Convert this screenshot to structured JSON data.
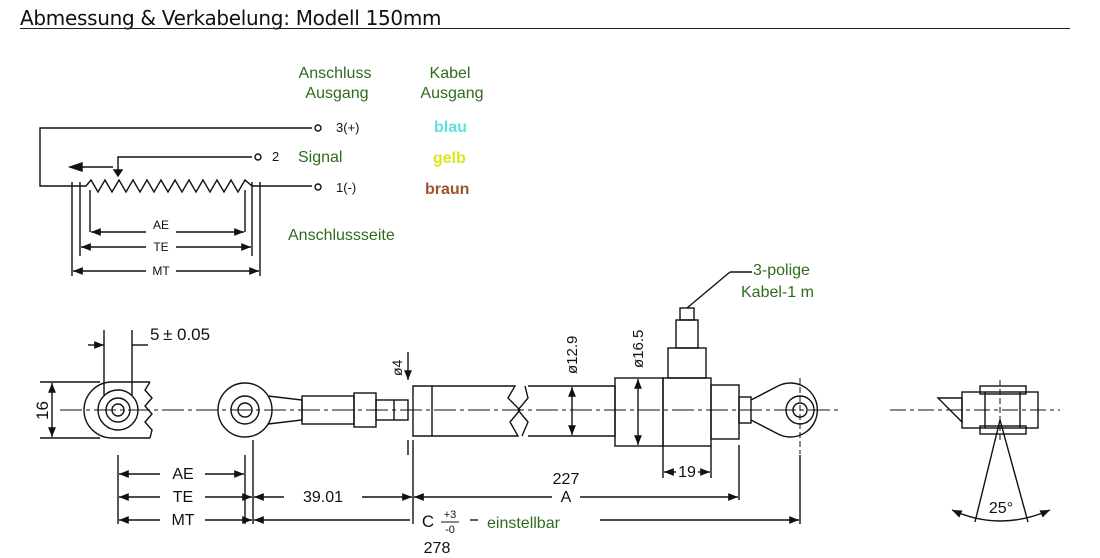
{
  "title": "Abmessung & Verkabelung: Modell 150mm",
  "schematic": {
    "header_left": [
      "Anschluss",
      "Ausgang"
    ],
    "header_right": [
      "Kabel",
      "Ausgang"
    ],
    "terminal_3": "3(+)",
    "terminal_2_num": "2",
    "terminal_2_name": "Signal",
    "terminal_1": "1(-)",
    "wire_3": "blau",
    "wire_2": "gelb",
    "wire_1": "braun",
    "dim_ae": "AE",
    "dim_te": "TE",
    "dim_mt": "MT",
    "side_label": "Anschlussseite"
  },
  "colors": {
    "label_green": "#2f6b1f",
    "blau": "#5fe0e0",
    "gelb": "#d8e81c",
    "braun": "#a0522d"
  },
  "drawing": {
    "cable_label_1": "3-polige",
    "cable_label_2": "Kabel-1  m",
    "dim_5": "5",
    "dim_5_tol": "0.05",
    "dim_16": "16",
    "dim_phi4": "ø4",
    "dim_phi129": "ø12.9",
    "dim_phi165": "ø16.5",
    "dim_19": "19",
    "dim_ae": "AE",
    "dim_te": "TE",
    "dim_mt": "MT",
    "dim_3901": "39.01",
    "dim_227": "227",
    "dim_a": "A",
    "dim_c": "C",
    "tol_plus": "+3",
    "tol_minus": "-0",
    "dim_278": "278",
    "adjustable": "einstellbar",
    "angle": "25°"
  }
}
